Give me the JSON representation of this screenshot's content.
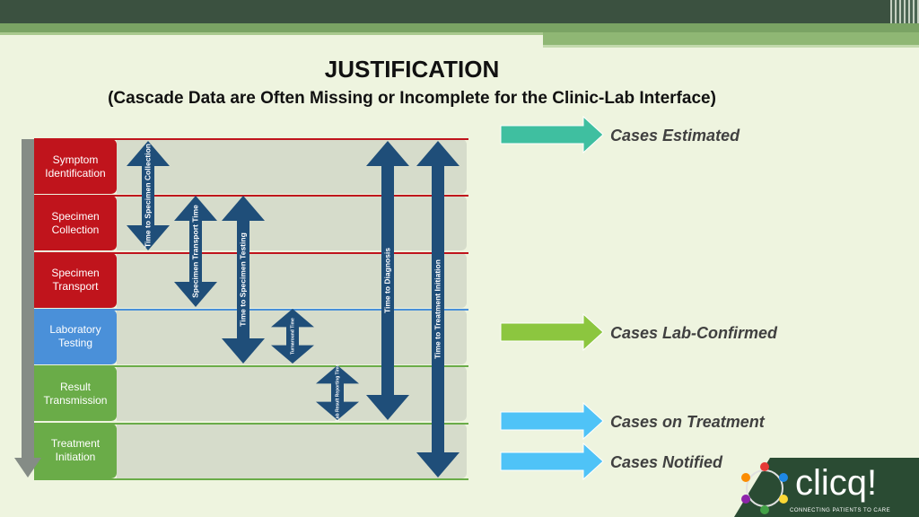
{
  "title": "JUSTIFICATION",
  "subtitle": "(Cascade Data are Often Missing or Incomplete for the Clinic-Lab Interface)",
  "stages": [
    {
      "label": "Symptom Identification",
      "color": "#c0141c",
      "line": "#c0141c"
    },
    {
      "label": "Specimen Collection",
      "color": "#c0141c",
      "line": "#c0141c"
    },
    {
      "label": "Specimen Transport",
      "color": "#c0141c",
      "line": "#c0141c"
    },
    {
      "label": "Laboratory Testing",
      "color": "#4a90d9",
      "line": "#4a90d9"
    },
    {
      "label": "Result Transmission",
      "color": "#6aac48",
      "line": "#6aac48"
    },
    {
      "label": "Treatment Initiation",
      "color": "#6aac48",
      "line": "#6aac48"
    }
  ],
  "intervals": [
    {
      "label": "Time to Specimen Collection",
      "from_stage": 0,
      "to_stage": 1
    },
    {
      "label": "Specimen Transport Time",
      "from_stage": 1,
      "to_stage": 3
    },
    {
      "label": "Time to Specimen Testing",
      "from_stage": 1,
      "to_stage": 4
    },
    {
      "label": "Turnaround Time",
      "from_stage": 3,
      "to_stage": 4
    },
    {
      "label": "Lab Result Reporting Time",
      "from_stage": 4,
      "to_stage": 5
    },
    {
      "label": "Time to Diagnosis",
      "from_stage": 0,
      "to_stage": 5
    },
    {
      "label": "Time to Treatment Initiation",
      "from_stage": 0,
      "to_stage": 6
    }
  ],
  "legend": [
    {
      "label": "Cases Estimated",
      "color": "#3fbfa0"
    },
    {
      "label": "Cases Lab-Confirmed",
      "color": "#8cc63f"
    },
    {
      "label": "Cases on Treatment",
      "color": "#4fc3f7"
    },
    {
      "label": "Cases Notified",
      "color": "#4fc3f7"
    }
  ],
  "logo": {
    "name": "clicq!",
    "tagline": "CONNECTING PATIENTS TO CARE"
  },
  "arrow_color": "#1f4e79"
}
